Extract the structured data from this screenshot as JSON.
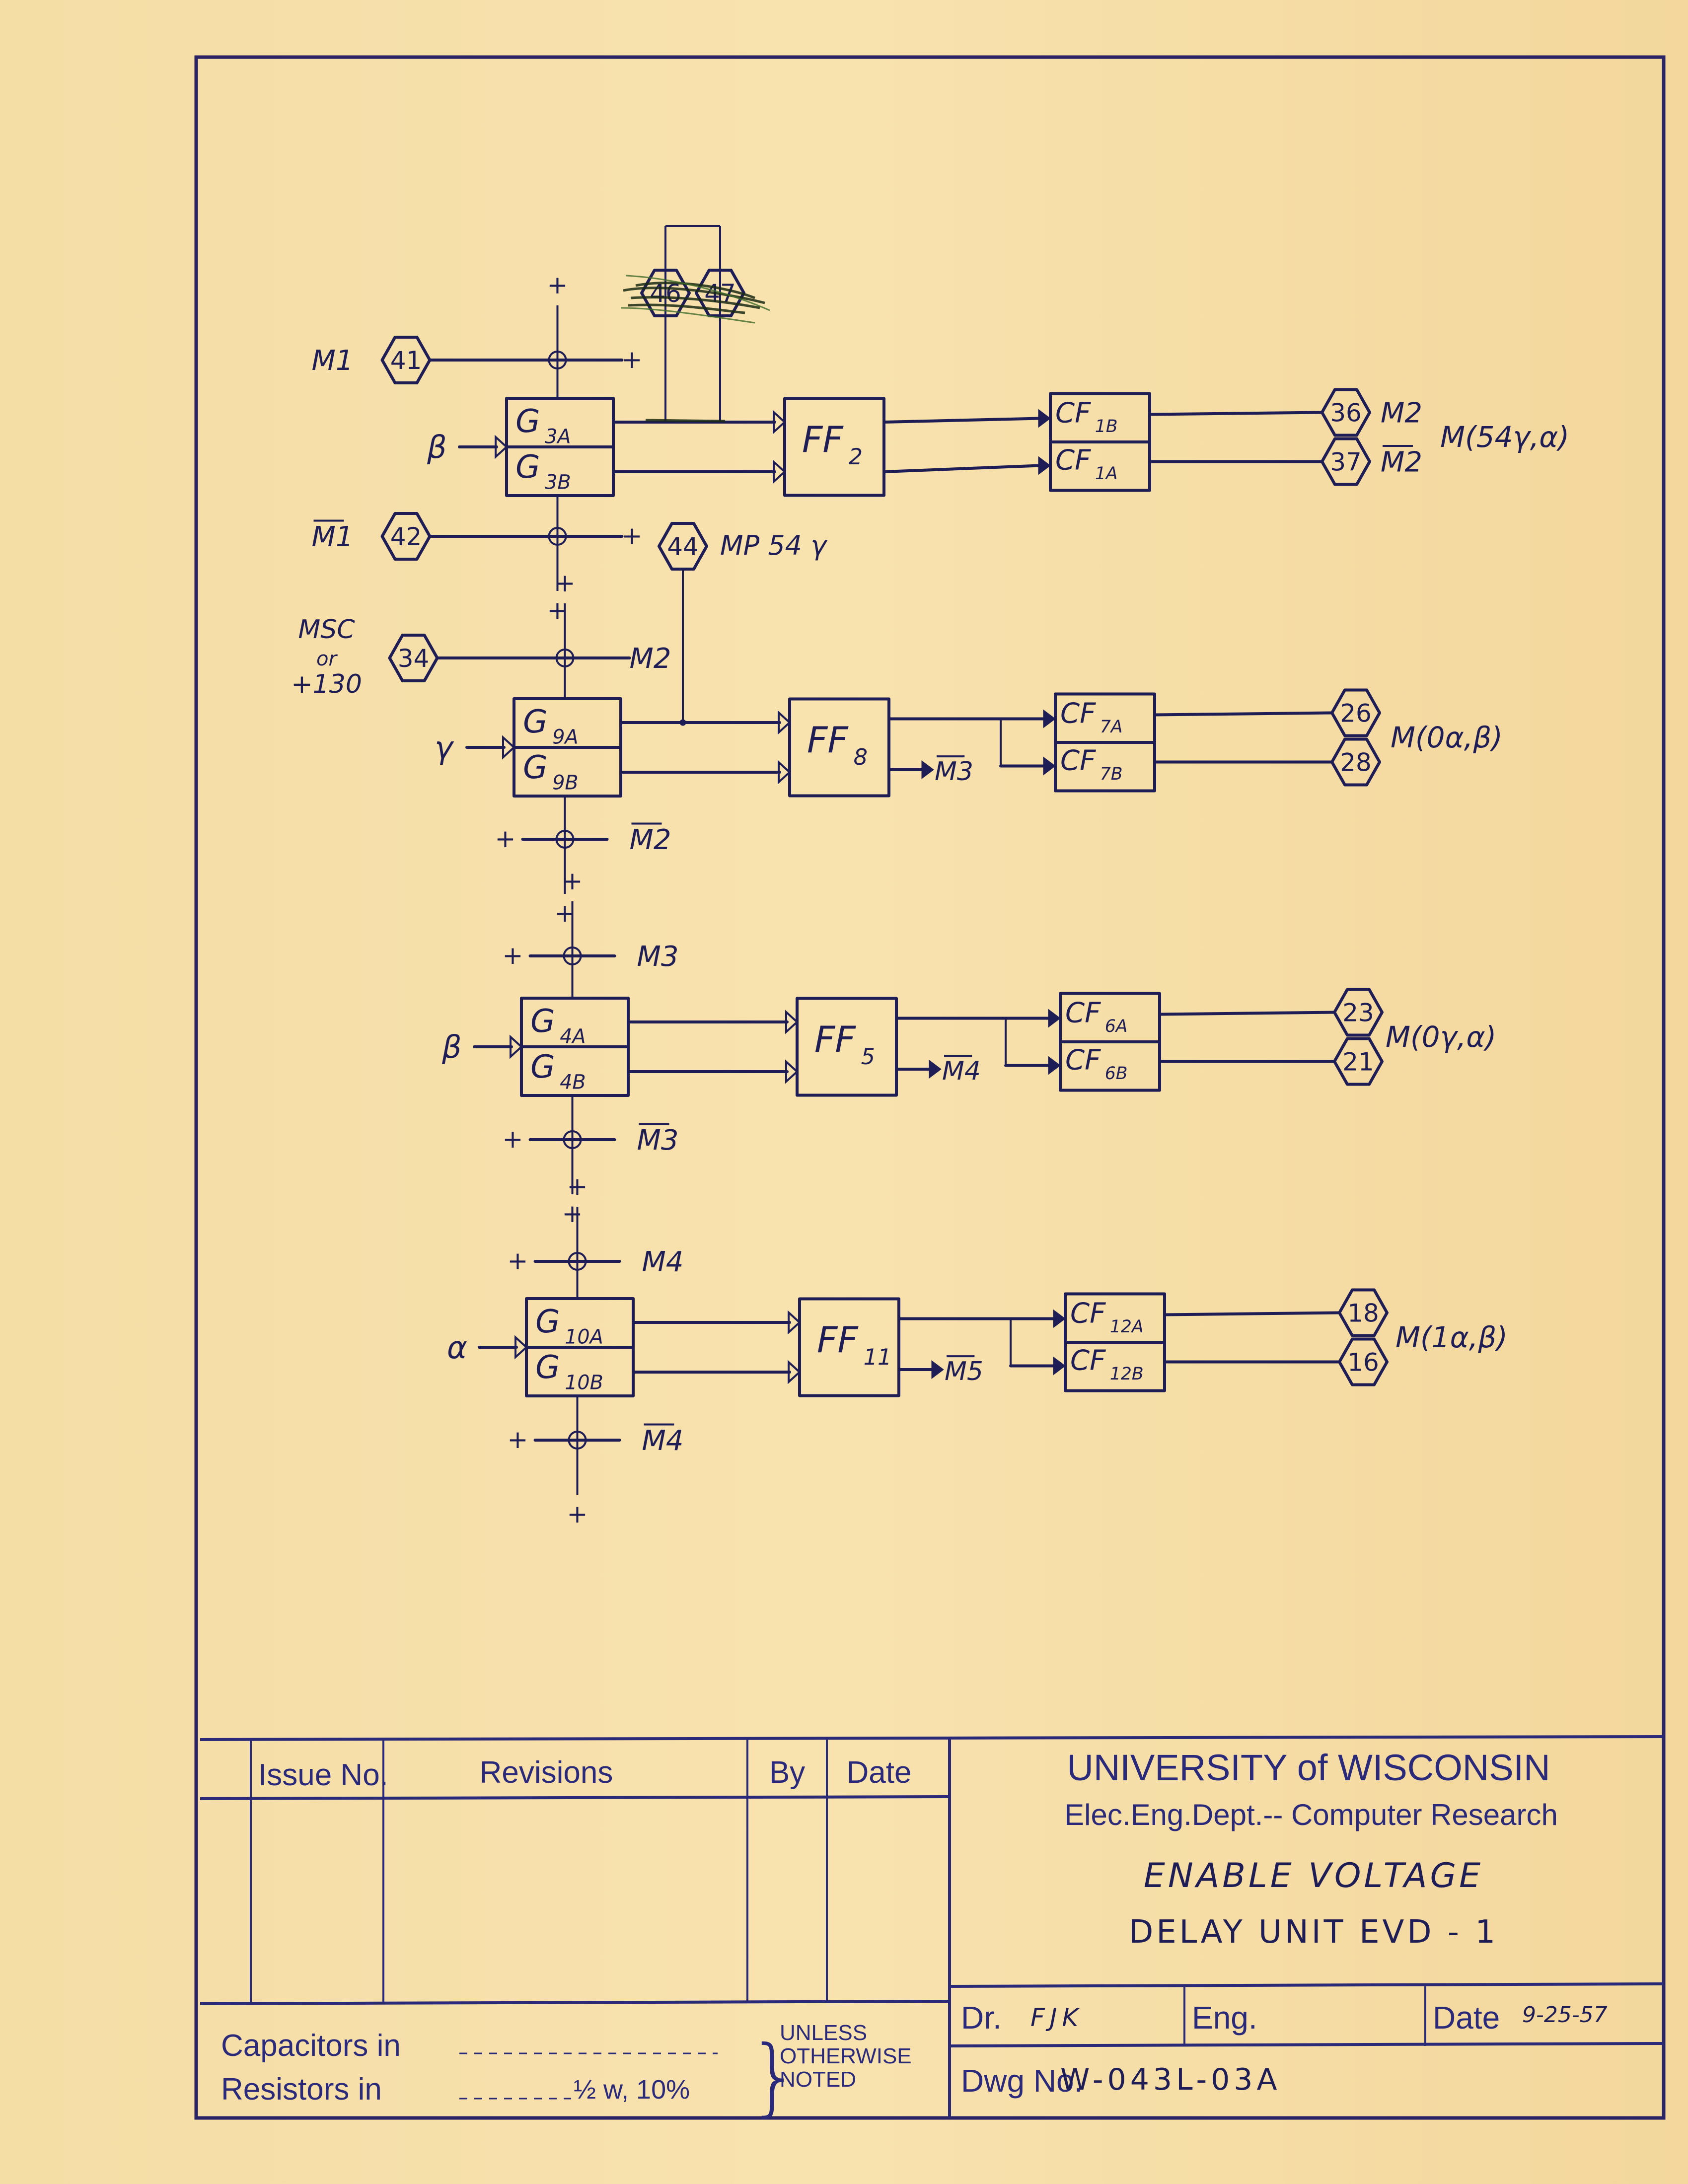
{
  "drawing": {
    "stages": [
      {
        "id": "stage-1",
        "gate": {
          "name": "G",
          "top_sub": "3A",
          "bottom_sub": "3B"
        },
        "gate_input": "β",
        "top_bus": {
          "label": "M1",
          "connector": "41",
          "plus": "+"
        },
        "bottom_bus": {
          "label": "M1",
          "overline": true,
          "connector": "42",
          "plus": "+"
        },
        "flip_flop": {
          "name": "FF",
          "sub": "2"
        },
        "ff_side_output": null,
        "cathode_follower": {
          "name": "CF",
          "top_sub": "1B",
          "bottom_sub": "1A"
        },
        "outputs": [
          {
            "connector": "36",
            "label": "M2",
            "overline": false
          },
          {
            "connector": "37",
            "label": "M2",
            "overline": true
          }
        ],
        "group_label": "M(54γ,α)",
        "struck_connectors": [
          "46",
          "47"
        ]
      },
      {
        "id": "stage-2",
        "gate": {
          "name": "G",
          "top_sub": "9A",
          "bottom_sub": "9B"
        },
        "gate_input": "γ",
        "top_bus": {
          "label": "M2",
          "connector": "34",
          "source_label_lines": [
            "MSC",
            "or",
            "+130"
          ],
          "plus": "+"
        },
        "bottom_bus": {
          "label": "M2",
          "overline": true,
          "plus": "+"
        },
        "tap": {
          "connector": "44",
          "label": "MP 54 γ"
        },
        "flip_flop": {
          "name": "FF",
          "sub": "8"
        },
        "ff_side_output": {
          "label": "M3",
          "overline": true
        },
        "cathode_follower": {
          "name": "CF",
          "top_sub": "7A",
          "bottom_sub": "7B"
        },
        "outputs": [
          {
            "connector": "26",
            "label": "",
            "overline": false
          },
          {
            "connector": "28",
            "label": "",
            "overline": false
          }
        ],
        "group_label": "M(0α,β)"
      },
      {
        "id": "stage-3",
        "gate": {
          "name": "G",
          "top_sub": "4A",
          "bottom_sub": "4B"
        },
        "gate_input": "β",
        "top_bus": {
          "label": "M3",
          "plus": "+"
        },
        "bottom_bus": {
          "label": "M3",
          "overline": true,
          "plus": "+"
        },
        "flip_flop": {
          "name": "FF",
          "sub": "5"
        },
        "ff_side_output": {
          "label": "M4",
          "overline": true
        },
        "cathode_follower": {
          "name": "CF",
          "top_sub": "6A",
          "bottom_sub": "6B"
        },
        "outputs": [
          {
            "connector": "23",
            "label": "",
            "overline": false
          },
          {
            "connector": "21",
            "label": "",
            "overline": false
          }
        ],
        "group_label": "M(0γ,α)"
      },
      {
        "id": "stage-4",
        "gate": {
          "name": "G",
          "top_sub": "10A",
          "bottom_sub": "10B"
        },
        "gate_input": "α",
        "top_bus": {
          "label": "M4",
          "plus": "+"
        },
        "bottom_bus": {
          "label": "M4",
          "overline": true,
          "plus": "+"
        },
        "flip_flop": {
          "name": "FF",
          "sub": "11"
        },
        "ff_side_output": {
          "label": "M5",
          "overline": true
        },
        "cathode_follower": {
          "name": "CF",
          "top_sub": "12A",
          "bottom_sub": "12B"
        },
        "outputs": [
          {
            "connector": "18",
            "label": "",
            "overline": false
          },
          {
            "connector": "16",
            "label": "",
            "overline": false
          }
        ],
        "group_label": "M(1α,β)"
      }
    ]
  },
  "title_block": {
    "revision_table": {
      "headers": [
        "Issue No.",
        "Revisions",
        "By",
        "Date"
      ],
      "rows": []
    },
    "notes": {
      "capacitors_label": "Capacitors in",
      "capacitors_value": "",
      "resistors_label": "Resistors  in",
      "resistors_value": "½ w, 10%",
      "qualifier_lines": [
        "UNLESS",
        "OTHERWISE",
        "NOTED"
      ]
    },
    "institution": "UNIVERSITY of WISCONSIN",
    "department": "Elec.Eng.Dept.-- Computer Research",
    "title_line_1": "ENABLE  VOLTAGE",
    "title_line_2": "DELAY  UNIT  EVD - 1",
    "drawn_by_label": "Dr.",
    "drawn_by": "FJK",
    "engineer_label": "Eng.",
    "engineer": "",
    "date_label": "Date",
    "date": "9-25-57",
    "drawing_number_label": "Dwg No.",
    "drawing_number": "W-043L-03A"
  },
  "colors": {
    "paper": "#f6dfa9",
    "ink": "#1f1d55",
    "stamp_ink": "#2b2a7a"
  }
}
